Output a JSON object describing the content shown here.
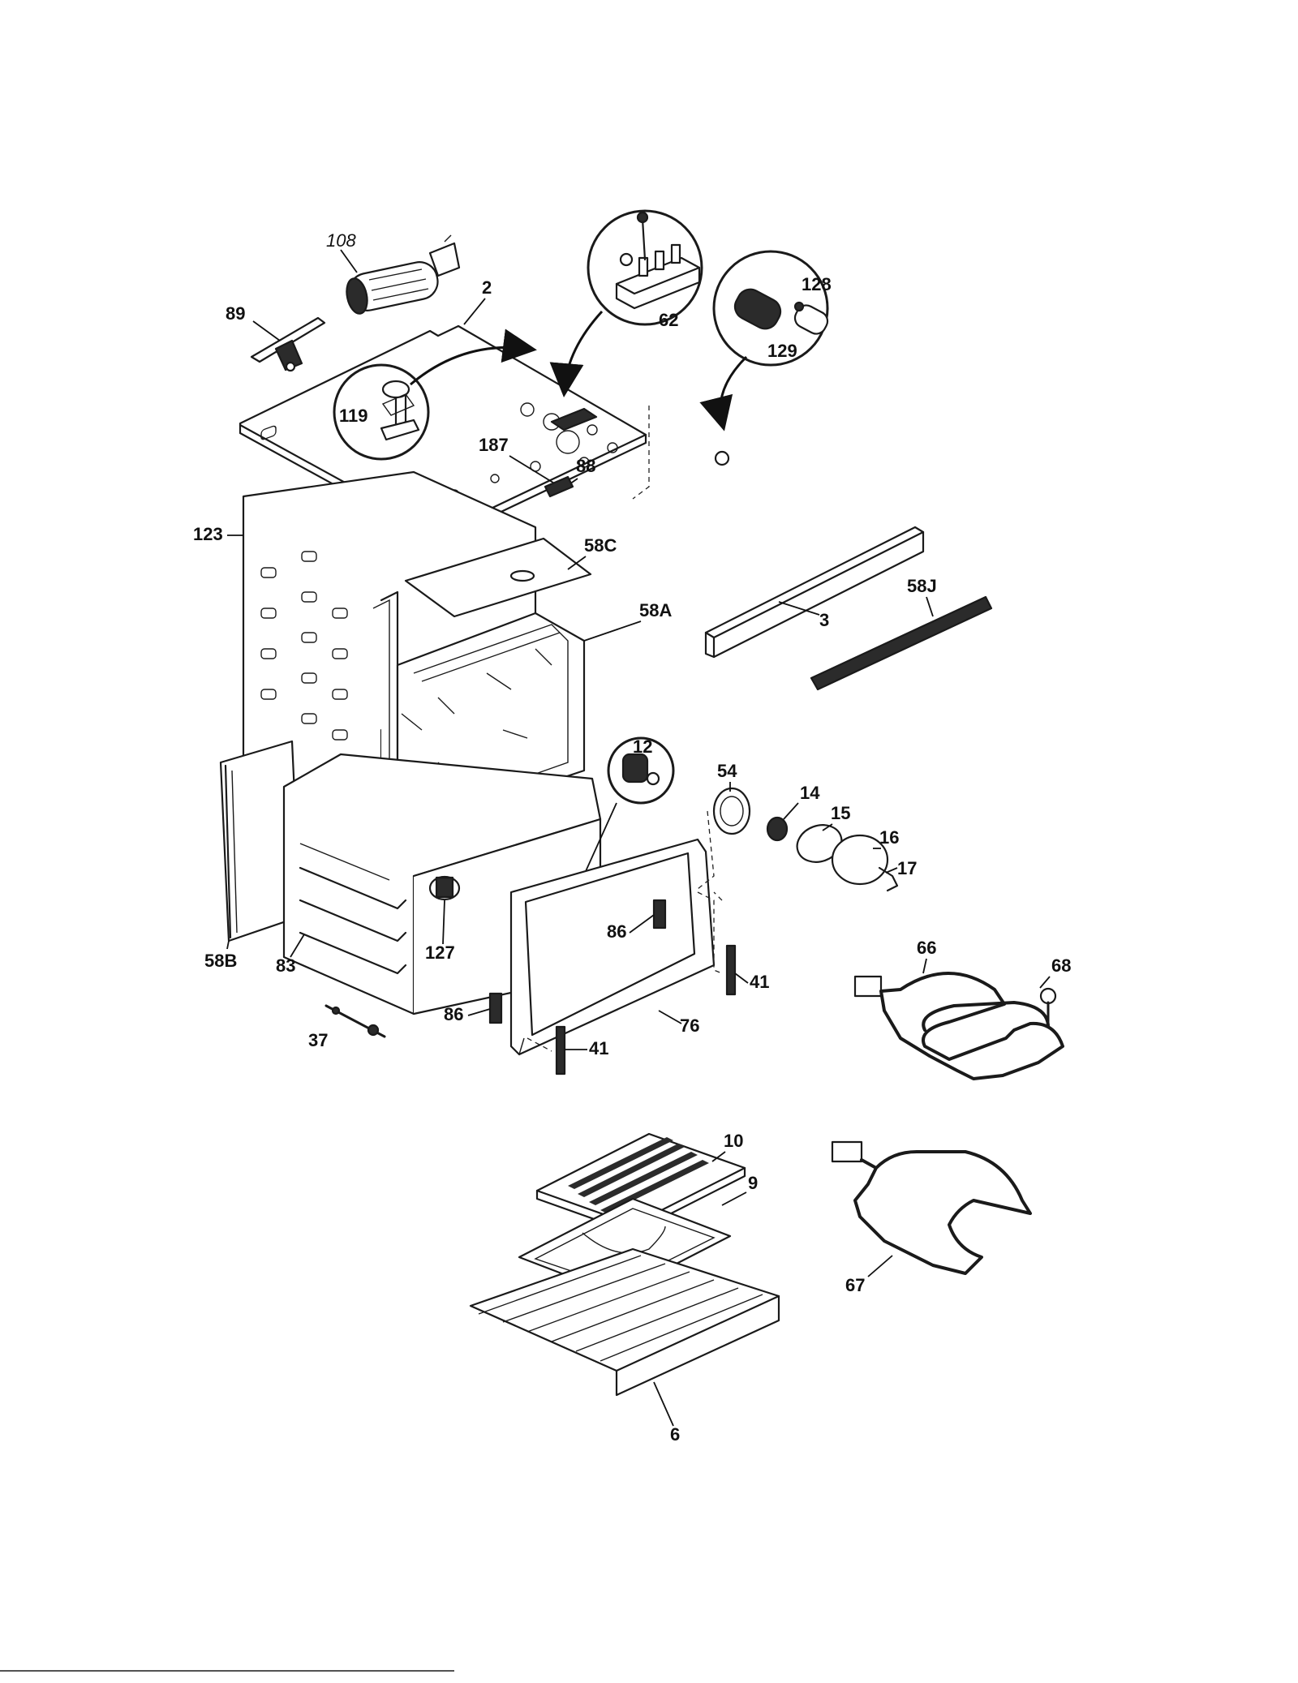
{
  "diagram": {
    "callouts": {
      "c108": "108",
      "c2": "2",
      "c89": "89",
      "c62": "62",
      "c128": "128",
      "c129": "129",
      "c119": "119",
      "c187": "187",
      "c88": "88",
      "c123": "123",
      "c58C": "58C",
      "c58A": "58A",
      "c58J": "58J",
      "c3": "3",
      "c12": "12",
      "c54": "54",
      "c14": "14",
      "c15": "15",
      "c16": "16",
      "c17": "17",
      "c58B": "58B",
      "c83": "83",
      "c127": "127",
      "c86a": "86",
      "c86b": "86",
      "c41a": "41",
      "c41b": "41",
      "c76": "76",
      "c37": "37",
      "c66": "66",
      "c68": "68",
      "c10": "10",
      "c9": "9",
      "c67": "67",
      "c6": "6"
    }
  }
}
